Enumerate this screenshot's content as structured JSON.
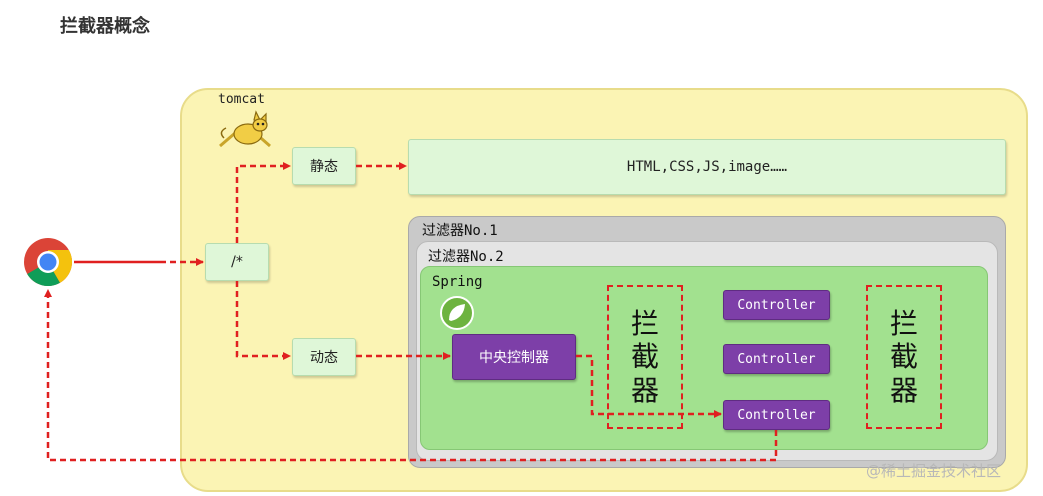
{
  "page": {
    "title": "拦截器概念"
  },
  "tomcat": {
    "label": "tomcat"
  },
  "nodes": {
    "static": "静态",
    "dynamic": "动态",
    "root_path": "/*",
    "static_resources": "HTML,CSS,JS,image……"
  },
  "filters": {
    "filter1": "过滤器No.1",
    "filter2": "过滤器No.2"
  },
  "spring": {
    "label": "Spring",
    "dispatcher": "中央控制器",
    "controllers": [
      "Controller",
      "Controller",
      "Controller"
    ],
    "interceptor_left": [
      "拦",
      "截",
      "器"
    ],
    "interceptor_right": [
      "拦",
      "截",
      "器"
    ]
  },
  "watermark": "@稀土掘金技术社区",
  "colors": {
    "tomcat_bg": "#fbf4b4",
    "green_box": "#dff7d8",
    "spring_bg": "#a2e18f",
    "purple": "#7d3fa8",
    "arrow_red": "#e02020"
  }
}
